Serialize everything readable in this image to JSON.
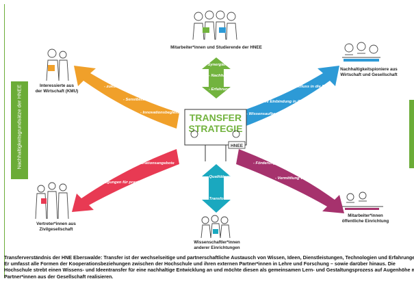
{
  "sidebar_text": "Nachhaltigkeitsgrundsätze der HNEE",
  "center": {
    "title_line1": "TRANSFER",
    "title_line2": "STRATEGIE",
    "badge": "HNEE"
  },
  "groups": {
    "top": [
      "Mitarbeiter*innen und Studierende der HNEE"
    ],
    "top_left": [
      "Interessierte aus",
      "der Wirtschaft (KMU)"
    ],
    "top_right": [
      "Nachhaltigkeitspioniere aus",
      "Wirtschaft und Gesellschaft"
    ],
    "bottom_left": [
      "Vertreter*innen aus",
      "Zivilgesellschaft"
    ],
    "bottom": [
      "Wissenschaftler*innen",
      "anderer Einrichtungen"
    ],
    "bottom_right": [
      "Mitarbeiter*innen",
      "öffentliche Einrichtung"
    ]
  },
  "arrows": {
    "top": [
      "- Synergien nutzen",
      "- Nachhaltige Forschung und Lehre",
      "- Erfahrungs-austausch"
    ],
    "top_left": [
      "- zukunftsfähige Kooperationen",
      "- Sensibilisierung für Nachhaltigkeitsthemen",
      "- Innovationsbegleitung"
    ],
    "top_right": [
      "- Ergebnisrückfluss in die Praxis",
      "- Aktive Einbindung in (Mit)-Forschung",
      "- Wissensaufbereitung"
    ],
    "bottom_left": [
      "- Kooperationsangebote",
      "- Anregungen für praxisorientierte Fragestellungen"
    ],
    "bottom": [
      "- Qualitätsstandards durch Transferforschung",
      "- Transformative Wissenschaft"
    ],
    "bottom_right": [
      "- Förderung der Regionalentwicklung",
      "- Vermittlung von Handlungswissen"
    ]
  },
  "caption": [
    "Transferverständnis der HNE Eberswalde: Transfer ist der wechselseitige und partnerschaftliche Austausch von Wissen, Ideen, Dienstleistungen, Technologien und Erfahrungen.",
    "Er umfasst alle Formen der Kooperationsbeziehungen zwischen der Hochschule und ihren externen Partner*innen in Lehre und Forschung – sowie darüber hinaus. Die",
    "Hochschule strebt einen Wissens- und Ideentransfer für eine nachhaltige Entwicklung an und möchte diesen als gemeinsamen Lern- und Gestaltungsprozess auf Augenhöhe mit",
    "Partner*innen aus der Gesellschaft realisieren."
  ],
  "colors": {
    "top": "#72b33e",
    "top_left": "#f0a02a",
    "top_right": "#2d9ad6",
    "bottom_left": "#e83a53",
    "bottom": "#1aa8bf",
    "bottom_right": "#a6326d",
    "sidebar": "#6bac37"
  }
}
